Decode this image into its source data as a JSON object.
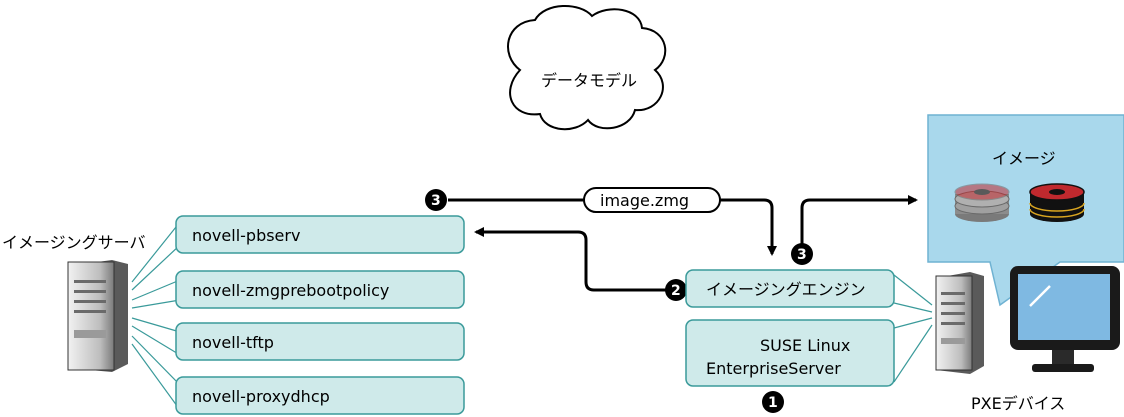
{
  "cloud_label": "データモデル",
  "image_store": {
    "title": "イメージ"
  },
  "imaging_server": {
    "label": "イメージングサーバ"
  },
  "services": [
    "novell-pbserv",
    "novell-zmgprebootpolicy",
    "novell-tftp",
    "novell-proxydhcp"
  ],
  "file_label": "image.zmg",
  "engine": {
    "label": "イメージングエンジン"
  },
  "os": {
    "line1": "SUSE Linux",
    "line2": "EnterpriseServer"
  },
  "pxe_device": {
    "label": "PXEデバイス"
  },
  "steps": {
    "one": "1",
    "two": "2",
    "three": "3"
  },
  "colors": {
    "box_fill": "#cfeaea",
    "box_stroke": "#3a9a9a",
    "panel_fill": "#a9d8ec",
    "disk_red": "#c0292e",
    "disk_black": "#111111",
    "disk_gray": "#8c8c8c",
    "monitor_screen": "#7fb9e2"
  }
}
